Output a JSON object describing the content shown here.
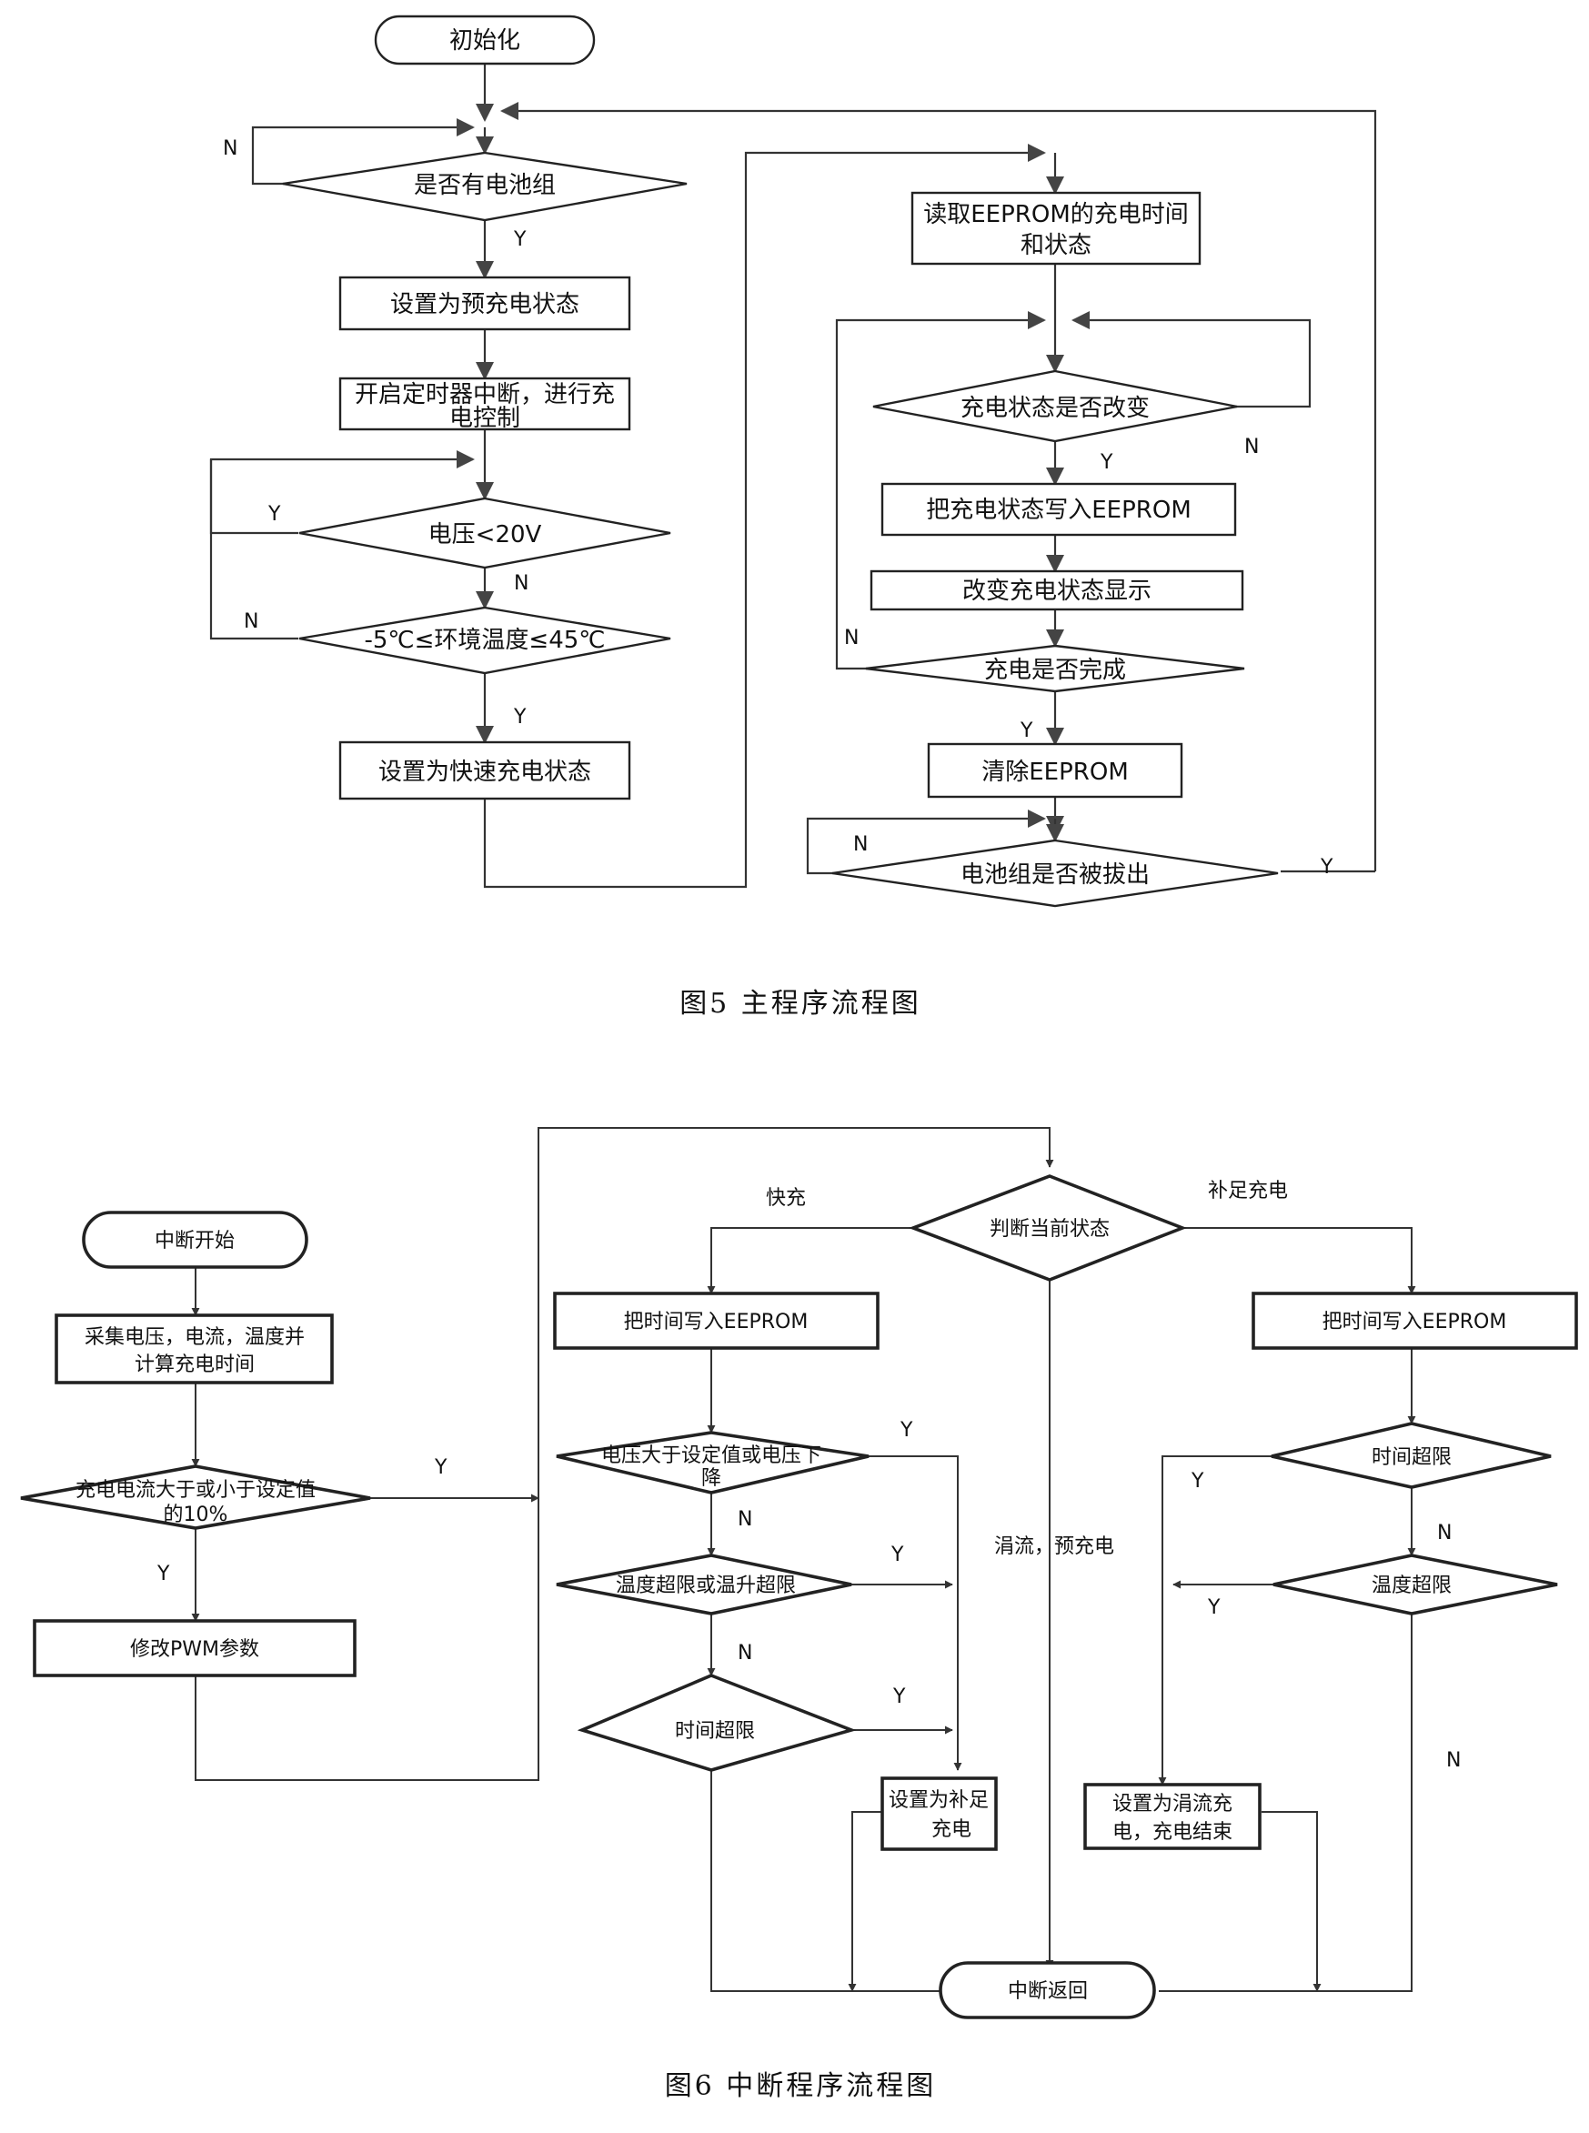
{
  "figure5": {
    "caption": "图5   主程序流程图",
    "nodes": {
      "init": "初始化",
      "has_battery": "是否有电池组",
      "set_precharge": "设置为预充电状态",
      "start_timer_line1": "开启定时器中断，进行充",
      "start_timer_line2": "电控制",
      "voltage_check": "电压<20V",
      "temp_check": "-5℃≤环境温度≤45℃",
      "set_fast": "设置为快速充电状态",
      "read_eeprom_line1": "读取EEPROM的充电时间",
      "read_eeprom_line2": "和状态",
      "state_changed": "充电状态是否改变",
      "write_state": "把充电状态写入EEPROM",
      "change_display": "改变充电状态显示",
      "charge_done": "充电是否完成",
      "clear_eeprom": "清除EEPROM",
      "battery_removed": "电池组是否被拔出"
    },
    "labels": {
      "yes": "Y",
      "no": "N"
    }
  },
  "figure6": {
    "caption": "图6   中断程序流程图",
    "nodes": {
      "int_start": "中断开始",
      "sample_line1": "采集电压，电流，温度并",
      "sample_line2": "计算充电时间",
      "current_check_line1": "充电电流大于或小于设定值",
      "current_check_line2": "的10%",
      "modify_pwm": "修改PWM参数",
      "judge_state": "判断当前状态",
      "write_time_left": "把时间写入EEPROM",
      "write_time_right": "把时间写入EEPROM",
      "voltage_cond_line1": "电压大于设定值或电压下",
      "voltage_cond_line2": "降",
      "temp_cond": "温度超限或温升超限",
      "time_cond_left": "时间超限",
      "set_top_up_line1": "设置为补足",
      "set_top_up_line2": "充电",
      "time_cond_right": "时间超限",
      "temp_cond_right": "温度超限",
      "set_trickle_line1": "设置为涓流充",
      "set_trickle_line2": "电，充电结束",
      "int_return": "中断返回"
    },
    "labels": {
      "fast": "快充",
      "top_up": "补足充电",
      "trickle_pre": "涓流，预充电",
      "yes": "Y",
      "no": "N"
    }
  }
}
